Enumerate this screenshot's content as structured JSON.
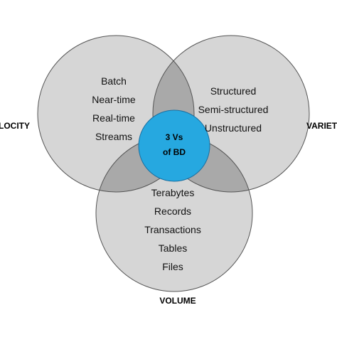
{
  "colors": {
    "circle_fill": "#d6d6d6",
    "overlap_fill": "#a9a9a9",
    "center_fill": "#26a8e0",
    "outline": "#555555",
    "center_outline": "#1b6fa0",
    "text": "#111111"
  },
  "sets": {
    "velocity": {
      "title": "VELOCITY",
      "items": [
        "Batch",
        "Near-time",
        "Real-time",
        "Streams"
      ]
    },
    "variety": {
      "title": "VARIETY",
      "items": [
        "Structured",
        "Semi-structured",
        "Unstructured"
      ]
    },
    "volume": {
      "title": "VOLUME",
      "items": [
        "Terabytes",
        "Records",
        "Transactions",
        "Tables",
        "Files"
      ]
    }
  },
  "center": {
    "line1": "3 Vs",
    "line2": "of BD"
  }
}
